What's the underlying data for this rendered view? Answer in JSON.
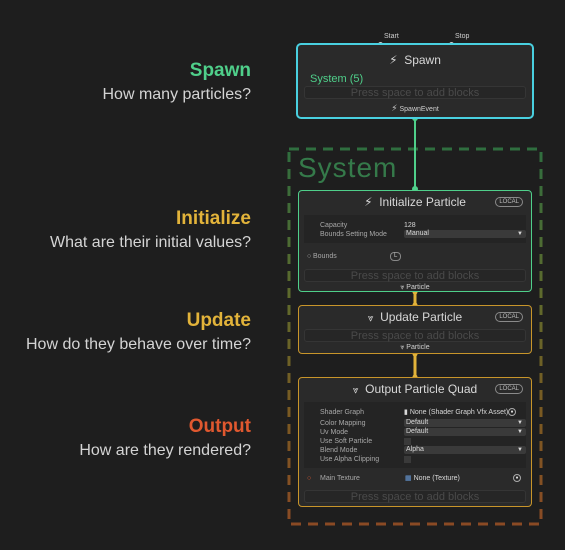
{
  "stages": {
    "spawn": {
      "heading": "Spawn",
      "question": "How many particles?"
    },
    "initialize": {
      "heading": "Initialize",
      "question": "What are their initial values?"
    },
    "update": {
      "heading": "Update",
      "question": "How do they behave over time?"
    },
    "output": {
      "heading": "Output",
      "question": "How are they rendered?"
    }
  },
  "system_title": "System",
  "spawn_node": {
    "start_label": "Start",
    "stop_label": "Stop",
    "title": "Spawn",
    "system_label": "System (5)",
    "placeholder": "Press space to add blocks",
    "event_label": "SpawnEvent"
  },
  "initialize_node": {
    "title": "Initialize Particle",
    "badge": "LOCAL",
    "capacity_label": "Capacity",
    "capacity_value": "128",
    "bounds_mode_label": "Bounds Setting Mode",
    "bounds_mode_value": "Manual",
    "bounds_label": "Bounds",
    "bounds_badge": "L",
    "placeholder": "Press space to add blocks",
    "out_label": "Particle"
  },
  "update_node": {
    "title": "Update Particle",
    "badge": "LOCAL",
    "placeholder": "Press space to add blocks",
    "out_label": "Particle"
  },
  "output_node": {
    "title": "Output Particle Quad",
    "badge": "LOCAL",
    "shader_graph_label": "Shader Graph",
    "shader_graph_value": "None (Shader Graph Vfx Asset)",
    "color_mapping_label": "Color Mapping",
    "color_mapping_value": "Default",
    "uv_mode_label": "Uv Mode",
    "uv_mode_value": "Default",
    "soft_particle_label": "Use Soft Particle",
    "blend_mode_label": "Blend Mode",
    "blend_mode_value": "Alpha",
    "alpha_clipping_label": "Use Alpha Clipping",
    "main_texture_label": "Main Texture",
    "main_texture_value": "None (Texture)",
    "placeholder": "Press space to add blocks"
  },
  "colors": {
    "spawn": "#4fcf8a",
    "initialize": "#e2b33a",
    "update": "#e2b33a",
    "output": "#e0582f",
    "spawn_border": "#49d0e0"
  }
}
